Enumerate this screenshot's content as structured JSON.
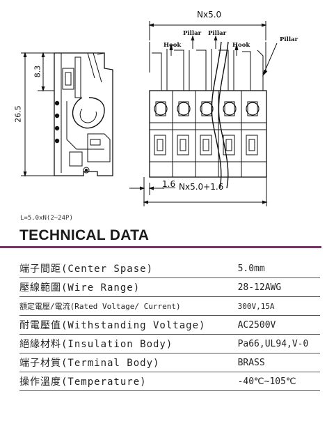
{
  "drawing": {
    "top_dim": "Nx5.0",
    "bottom_dim_pitch": "1.6",
    "bottom_dim_total": "Nx5.0+1.6",
    "side_height": "26.5",
    "side_top": "8.3",
    "callouts": {
      "hook_left": "Hook",
      "pillar_mid1": "Pillar",
      "pillar_mid2": "Pillar",
      "hook_right": "Hook",
      "pillar_right": "Pillar"
    }
  },
  "formula": "L=5.0xN(2~24P)",
  "title": "TECHNICAL DATA",
  "accent_color": "#7a2f6a",
  "specs": [
    {
      "label": "端子間距(Center Spase)",
      "value": "5.0mm"
    },
    {
      "label": "壓線範圍(Wire Range)",
      "value": "28-12AWG"
    },
    {
      "label": "額定電壓/電流(Rated Voltage/ Current)",
      "value": "300V,15A"
    },
    {
      "label": "耐電壓值(Withstanding Voltage)",
      "value": "AC2500V"
    },
    {
      "label": "絕緣材料(Insulation Body)",
      "value": "Pa66,UL94,V-0"
    },
    {
      "label": "端子材質(Terminal Body)",
      "value": "BRASS"
    },
    {
      "label": "操作溫度(Temperature)",
      "value": "-40℃~105℃"
    }
  ]
}
